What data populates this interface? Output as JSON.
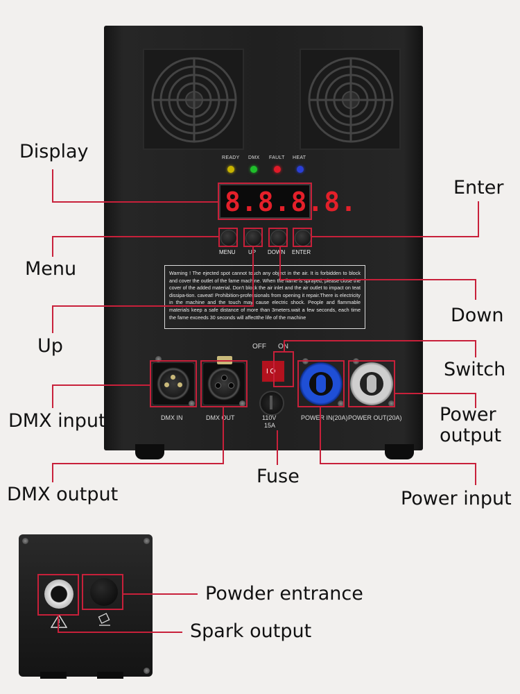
{
  "callouts": {
    "display": "Display",
    "enter": "Enter",
    "menu": "Menu",
    "down": "Down",
    "up": "Up",
    "switch": "Switch",
    "dmx_input": "DMX input",
    "power_output": "Power output",
    "dmx_output": "DMX output",
    "fuse": "Fuse",
    "power_input": "Power input",
    "powder_entrance": "Powder entrance",
    "spark_output": "Spark output"
  },
  "machine": {
    "leds": [
      {
        "label": "READY",
        "color": "#c8b400"
      },
      {
        "label": "DMX",
        "color": "#1fbf2a"
      },
      {
        "label": "FAULT",
        "color": "#e01a28"
      },
      {
        "label": "HEAT",
        "color": "#2a3fd6"
      }
    ],
    "display_value": "8.8.8.8.",
    "buttons": [
      "MENU",
      "UP",
      "DOWN",
      "ENTER"
    ],
    "warning_text": "Warning ! The ejected spot cannot touch any object in the air. It is forbidden to block and cover the outlet of the fame machine. When the flame is sprayed, please close the cover of the added material. Don't block the air inlet and the air outlet to impact on teat dissipa-tion. caveat! Prohibition-professionals from opening it repair.There is electricity in the machine and the touch may cause electric shock. People and flammable materials keep a safe distance of more than 3meters.wait a few seconds, each time the fame exceeds 30 seconds will affectthe life of the machine",
    "switch_off": "OFF",
    "switch_on": "ON",
    "ports": {
      "dmx_in": "DMX IN",
      "dmx_out": "DMX OUT",
      "fuse_line1": "110V",
      "fuse_line2": "15A",
      "power_in": "POWER IN(20A)",
      "power_out": "POWER OUT(20A)"
    }
  },
  "colors": {
    "callout_line": "#c8203a",
    "powercon_in": "#1f4fd6",
    "powercon_out": "#cfcfcf"
  }
}
